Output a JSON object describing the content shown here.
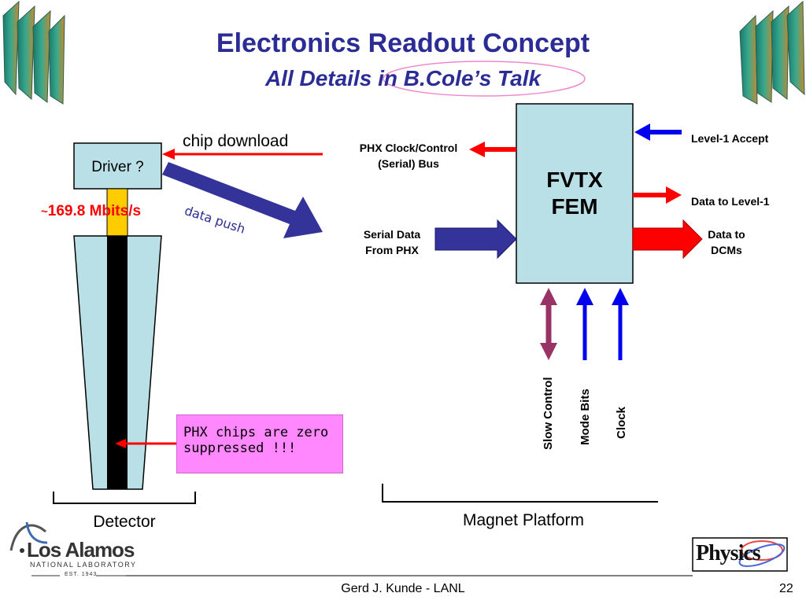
{
  "slide": {
    "title": "Electronics Readout Concept",
    "subtitle": "All Details in B.Cole’s Talk",
    "footer": "Gerd J. Kunde - LANL",
    "page_number": "22"
  },
  "left": {
    "driver_label": "Driver ?",
    "chip_download": "chip download",
    "rate_tilde": "~",
    "rate_label": "169.8 Mbits/s",
    "data_push": "data push",
    "detector_label": "Detector",
    "note": "PHX chips are zero suppressed !!!"
  },
  "right": {
    "fem_line1": "FVTX",
    "fem_line2": "FEM",
    "phx_clock": "PHX Clock/Control (Serial) Bus",
    "serial_data": "Serial Data From PHX",
    "level1_accept": "Level-1 Accept",
    "data_to_level1": "Data to Level-1",
    "data_to_dcms": "Data to DCMs",
    "slow_control": "Slow Control",
    "mode_bits": "Mode Bits",
    "clock": "Clock",
    "magnet_platform": "Magnet Platform"
  },
  "logos": {
    "lanl_name": "Los Alamos",
    "lanl_sub": "NATIONAL LABORATORY",
    "lanl_est": "EST. 1943",
    "physics_label": "Physics"
  },
  "colors": {
    "title": "#2c2c96",
    "box_fill": "#b8e0e6",
    "red_arrow": "#ff0000",
    "blue_arrow": "#0000ee",
    "navy_arrow": "#33339a",
    "purple_arrow": "#993366",
    "chip_yellow": "#ffcc00",
    "note_pink": "#ff88ff"
  }
}
